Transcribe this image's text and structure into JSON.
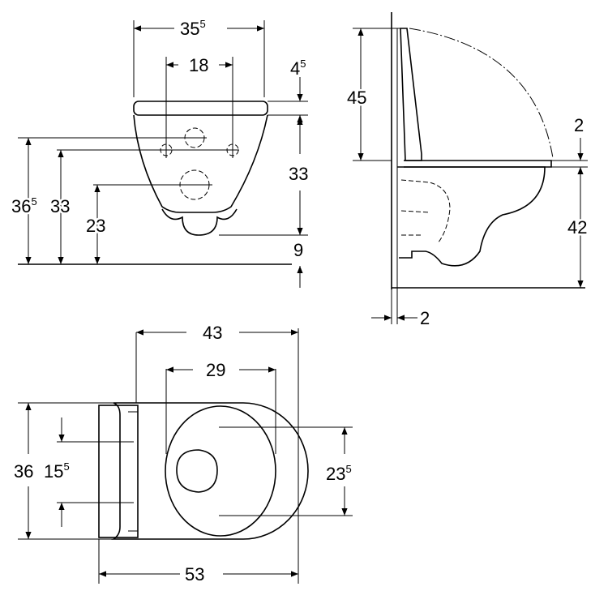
{
  "front_view": {
    "width_total": {
      "main": "35",
      "sup": "5"
    },
    "hole_spacing": "18",
    "seat_thickness": {
      "main": "4",
      "sup": "5"
    },
    "height_total": {
      "main": "36",
      "sup": "5"
    },
    "height_upper_holes": "33",
    "height_lower_hole": "23",
    "bowl_height": "33",
    "bottom_offset": "9"
  },
  "side_view": {
    "lid_height": "45",
    "seat_gap": "2",
    "bowl_height": "42",
    "wall_gap": "2"
  },
  "top_view": {
    "seat_width": "43",
    "opening_width": "29",
    "rear_width": "36",
    "fixing_spacing": {
      "main": "15",
      "sup": "5"
    },
    "opening_depth": {
      "main": "23",
      "sup": "5"
    },
    "total_length": "53"
  }
}
